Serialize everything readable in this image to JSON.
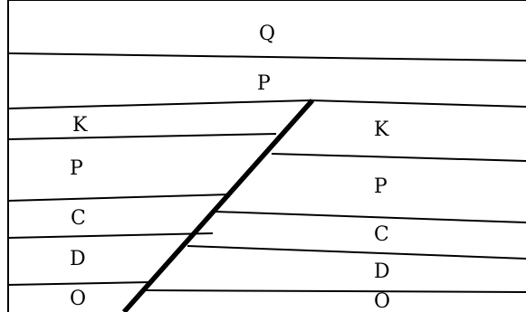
{
  "diagram": {
    "left_block": {
      "labels": [
        "Q",
        "P",
        "K",
        "P",
        "C",
        "D",
        "O"
      ]
    },
    "right_block": {
      "labels": [
        "K",
        "P",
        "C",
        "D",
        "O"
      ]
    },
    "colors": {
      "background": "#ffffff",
      "line": "#000000"
    }
  }
}
